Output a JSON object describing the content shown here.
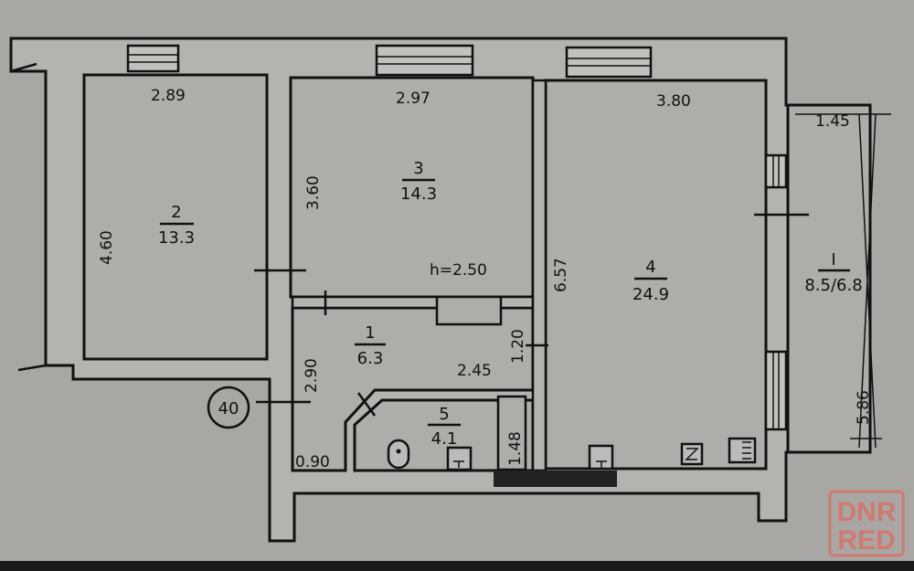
{
  "plan": {
    "ceiling_height": "h=2.50",
    "marker": "40",
    "rooms": [
      {
        "number": "1",
        "area": "6.3"
      },
      {
        "number": "2",
        "area": "13.3"
      },
      {
        "number": "3",
        "area": "14.3"
      },
      {
        "number": "4",
        "area": "24.9"
      },
      {
        "number": "5",
        "area": "4.1"
      },
      {
        "number": "I",
        "area": "8.5/6.8"
      }
    ],
    "dimensions": {
      "room2_width": "2.89",
      "room2_length": "4.60",
      "room3_width": "2.97",
      "room3_length": "3.60",
      "room4_width": "3.80",
      "room4_length": "6.57",
      "room1_length": "2.90",
      "room1_inner": "1.20",
      "room5_width": "2.45",
      "room5_closet": "1.48",
      "door_width": "0.90",
      "balcony_width": "1.45",
      "balcony_length": "5.86"
    },
    "colors": {
      "background": "#a8a7a3",
      "wall": "#111111",
      "watermark": "#d07a72"
    }
  },
  "watermark": {
    "line1": "DNR",
    "line2": "RED"
  }
}
